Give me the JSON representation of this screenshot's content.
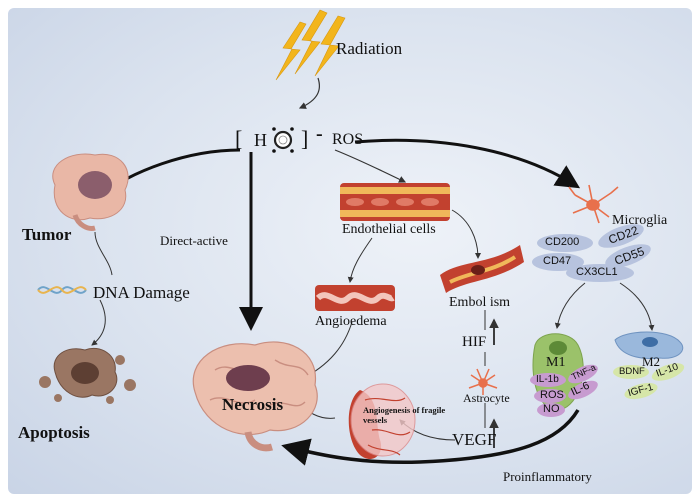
{
  "labels": {
    "radiation": "Radiation",
    "h": "H",
    "minus": "-",
    "ros": "ROS",
    "tumor": "Tumor",
    "direct_active": "Direct-active",
    "dna_damage": "DNA Damage",
    "apoptosis": "Apoptosis",
    "endothelial": "Endothelial cells",
    "angioedema": "Angioedema",
    "embolism": "Embol ism",
    "hif": "HIF",
    "astrocyte": "Astrocyte",
    "vegf": "VEGF",
    "necrosis": "Necrosis",
    "angiogenesis": "Angiogenesis of fragile vessels",
    "microglia": "Microglia",
    "m1": "M1",
    "m2": "M2",
    "proinflammatory": "Proinflammatory"
  },
  "microglia_markers": [
    "CD200",
    "CD22",
    "CD47",
    "CD55",
    "CX3CL1"
  ],
  "m1_markers": [
    "IL-1b",
    "TNF-a",
    "ROS",
    "IL-6",
    "NO"
  ],
  "m2_markers": [
    "BDNF",
    "IL-10",
    "IGF-1"
  ],
  "colors": {
    "bolt": "#f2b51c",
    "brain": "#e9b7a6",
    "lesion": "#7a4f62",
    "vessel": "#c2412f",
    "vessel_wall": "#f0b85a",
    "marker_pill": "#b7c3de",
    "m1_cell": "#9bc26a",
    "m1_pill": "#c79bd0",
    "m2_cell": "#9ab8dc",
    "m2_pill": "#d6e6a8",
    "microglia_cell": "#e8704c"
  }
}
